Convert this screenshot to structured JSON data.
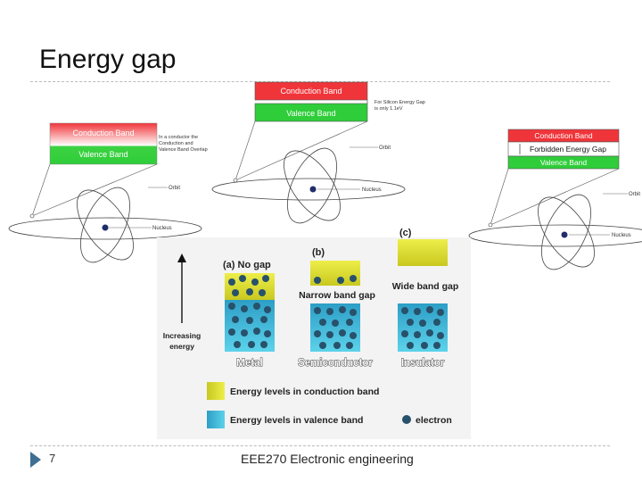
{
  "slide": {
    "title": "Energy gap",
    "page_number": "7",
    "footer": "EEE270 Electronic engineering"
  },
  "atom_conductor": {
    "conduction_band": "Conduction Band",
    "valence_band": "Valence Band",
    "note": [
      "In a conductor the",
      "Conduction and",
      "Valence Band Overlap"
    ],
    "orbit": "Orbit",
    "nucleus": "Nucleus"
  },
  "atom_semiconductor": {
    "conduction_band": "Conduction Band",
    "valence_band": "Valence Band",
    "note": [
      "For Silicon Energy Gap",
      "is only 1.1eV"
    ],
    "orbit": "Orbit",
    "nucleus": "Nucleus"
  },
  "atom_insulator": {
    "conduction_band": "Conduction Band",
    "forbidden_gap": "Forbidden Energy Gap",
    "valence_band": "Valence Band",
    "orbit": "Orbit",
    "nucleus": "Nucleus"
  },
  "band_diagram": {
    "panel_a": "(a) No gap",
    "panel_b": "(b)",
    "panel_c": "(c)",
    "narrow_gap": "Narrow band gap",
    "wide_gap": "Wide band gap",
    "axis_label": [
      "Increasing",
      "energy"
    ],
    "metal": "Metal",
    "semiconductor": "Semiconductor",
    "insulator": "Insulator",
    "legend_conduction": "Energy levels in conduction band",
    "legend_valence": "Energy levels in valence band",
    "legend_electron": "electron"
  },
  "colors": {
    "conduction_red": "#f0353a",
    "valence_green": "#2fcd3a",
    "yellow_band": "#d6d62a",
    "cyan_band": "#3fb6d6",
    "electron": "#28516b"
  }
}
